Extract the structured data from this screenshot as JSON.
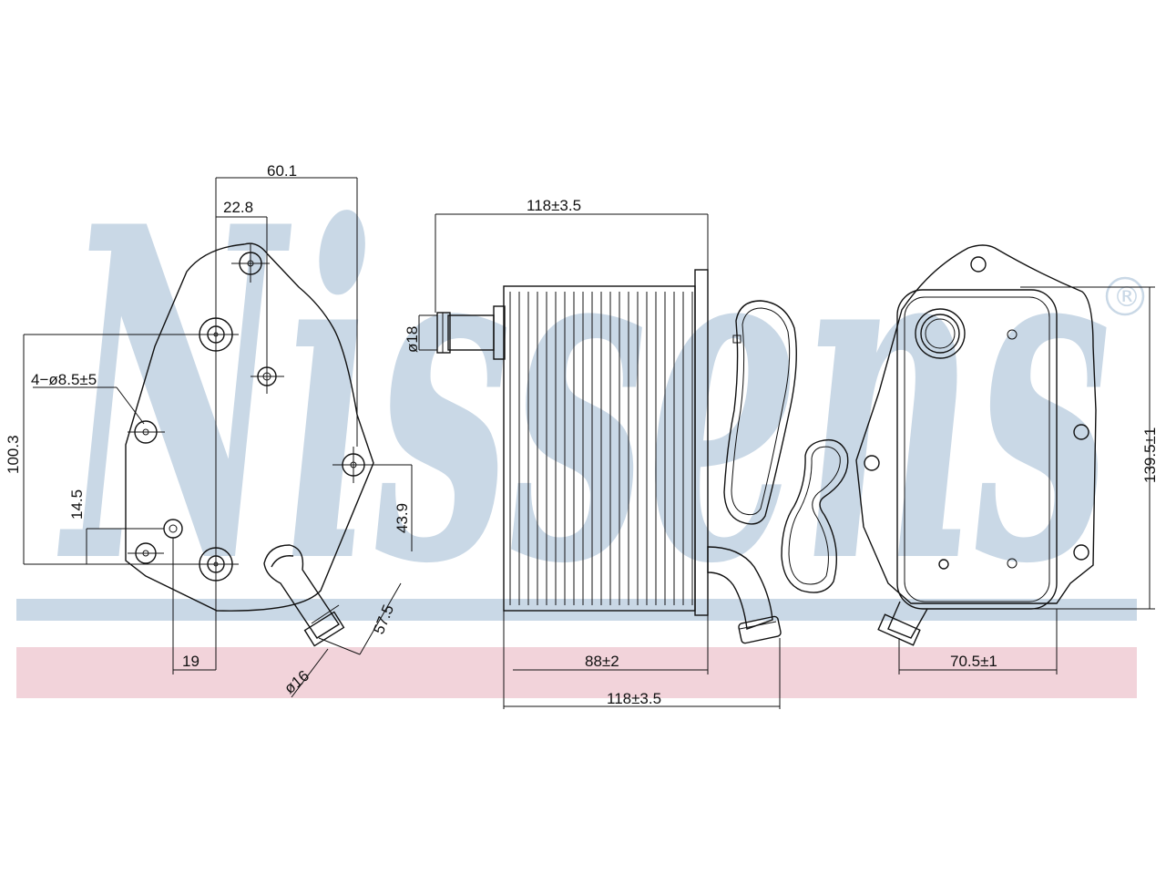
{
  "brand": {
    "watermark": "Nissens",
    "registered": "®",
    "colors": {
      "watermark": "#c9d8e6",
      "band_blue": "#c9d8e6",
      "band_pink": "#f2d3da",
      "line": "#111111"
    }
  },
  "left_view": {
    "dim_width_total": "60.1",
    "dim_offset": "22.8",
    "dim_holes": "4−ø8.5±5",
    "dim_height": "100.3",
    "dim_small_height": "14.5",
    "dim_right_height": "43.9",
    "dim_bottom_offset": "19",
    "dim_pipe_diameter": "ø16",
    "dim_pipe_length": "57.5"
  },
  "center_view": {
    "dim_top_width": "118±3.5",
    "dim_inlet_diameter": "ø18",
    "dim_core_width": "88±2",
    "dim_bottom_width": "118±3.5"
  },
  "right_view": {
    "dim_height": "139.5±1",
    "dim_width": "70.5±1"
  }
}
